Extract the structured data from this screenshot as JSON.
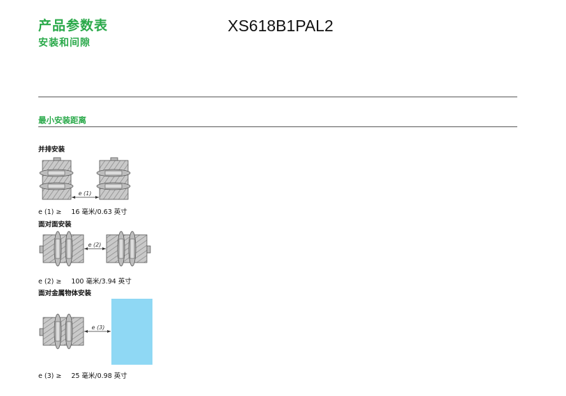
{
  "header": {
    "title": "产品参数表",
    "subtitle": "安装和间隙",
    "model": "XS618B1PAL2"
  },
  "section": {
    "title": "最小安装距离"
  },
  "cases": [
    {
      "label": "并排安装",
      "dim_tag": "e (1)",
      "formula_left": "e (1) ≥",
      "formula_value": "16 毫米/0.63 英寸"
    },
    {
      "label": "面对面安装",
      "dim_tag": "e (2)",
      "formula_left": "e (2) ≥",
      "formula_value": "100 毫米/3.94 英寸"
    },
    {
      "label": "面对金属物体安装",
      "dim_tag": "e (3)",
      "formula_left": "e (3) ≥",
      "formula_value": "25 毫米/0.98 英寸"
    }
  ],
  "colors": {
    "accent_green": "#2aa94a",
    "metal_plate": "#8fd8f4"
  }
}
